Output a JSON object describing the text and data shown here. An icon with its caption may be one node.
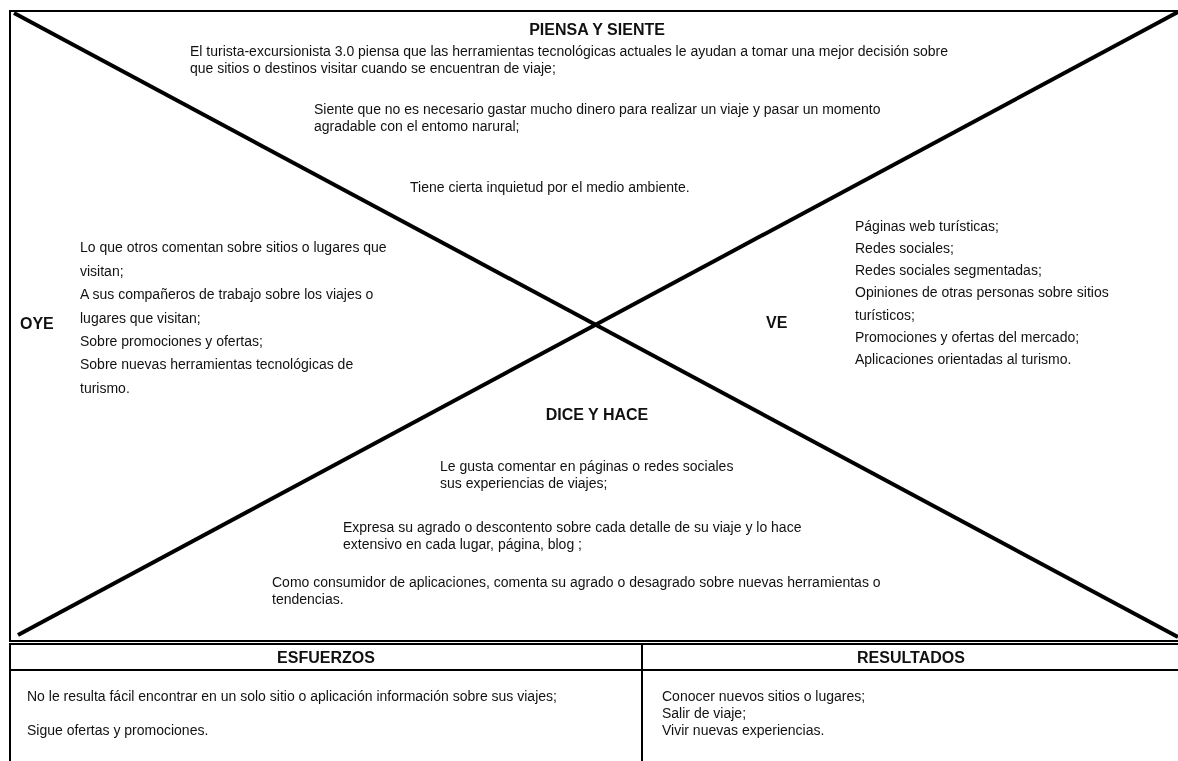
{
  "diagram": {
    "nodes": [
      {
        "text": [
          "PIENSA Y SIENTE",
          "El turista-excursionista 3.0 piensa que las herramientas tecnológicas actuales le ayudan a tomar una mejor decisión sobre que sitios o destinos visitar cuando se encuentran de viaje;",
          "Siente que no es necesario gastar mucho dinero para realizar un viaje y pasar un momento agradable con el entomo narural;",
          "Tiene cierta inquietud por el medio ambiente."
        ]
      },
      {
        "text": [
          "OYE",
          "Lo que otros comentan sobre sitios o lugares que visitan;",
          "A sus compañeros de trabajo sobre los viajes o lugares que visitan;",
          "Sobre promociones y ofertas;",
          "Sobre nuevas herramientas tecnológicas de turismo."
        ]
      },
      {
        "text": [
          "VE",
          "Páginas web turísticas;",
          "Redes sociales;",
          "Redes sociales segmentadas;",
          "Opiniones de otras personas sobre sitios turísticos;",
          "Promociones y ofertas del mercado;",
          "Aplicaciones orientadas al turismo."
        ]
      },
      {
        "text": [
          "DICE Y HACE",
          "Le gusta comentar en páginas o redes sociales sus experiencias de viajes;",
          "Expresa su agrado o descontento sobre cada detalle de su viaje y lo hace extensivo en cada lugar, página, blog ;",
          "Como consumidor de aplicaciones, comenta su agrado o desagrado sobre nuevas herramientas o tendencias."
        ]
      },
      {
        "text": [
          "ESFUERZOS",
          "No le resulta fácil encontrar en un solo sitio o aplicación información sobre sus viajes;",
          "Sigue ofertas y promociones."
        ]
      },
      {
        "text": [
          "RESULTADOS",
          "Conocer nuevos sitios o lugares;",
          "Salir de viaje;",
          "Vivir nuevas experiencias."
        ]
      }
    ],
    "edges": []
  }
}
